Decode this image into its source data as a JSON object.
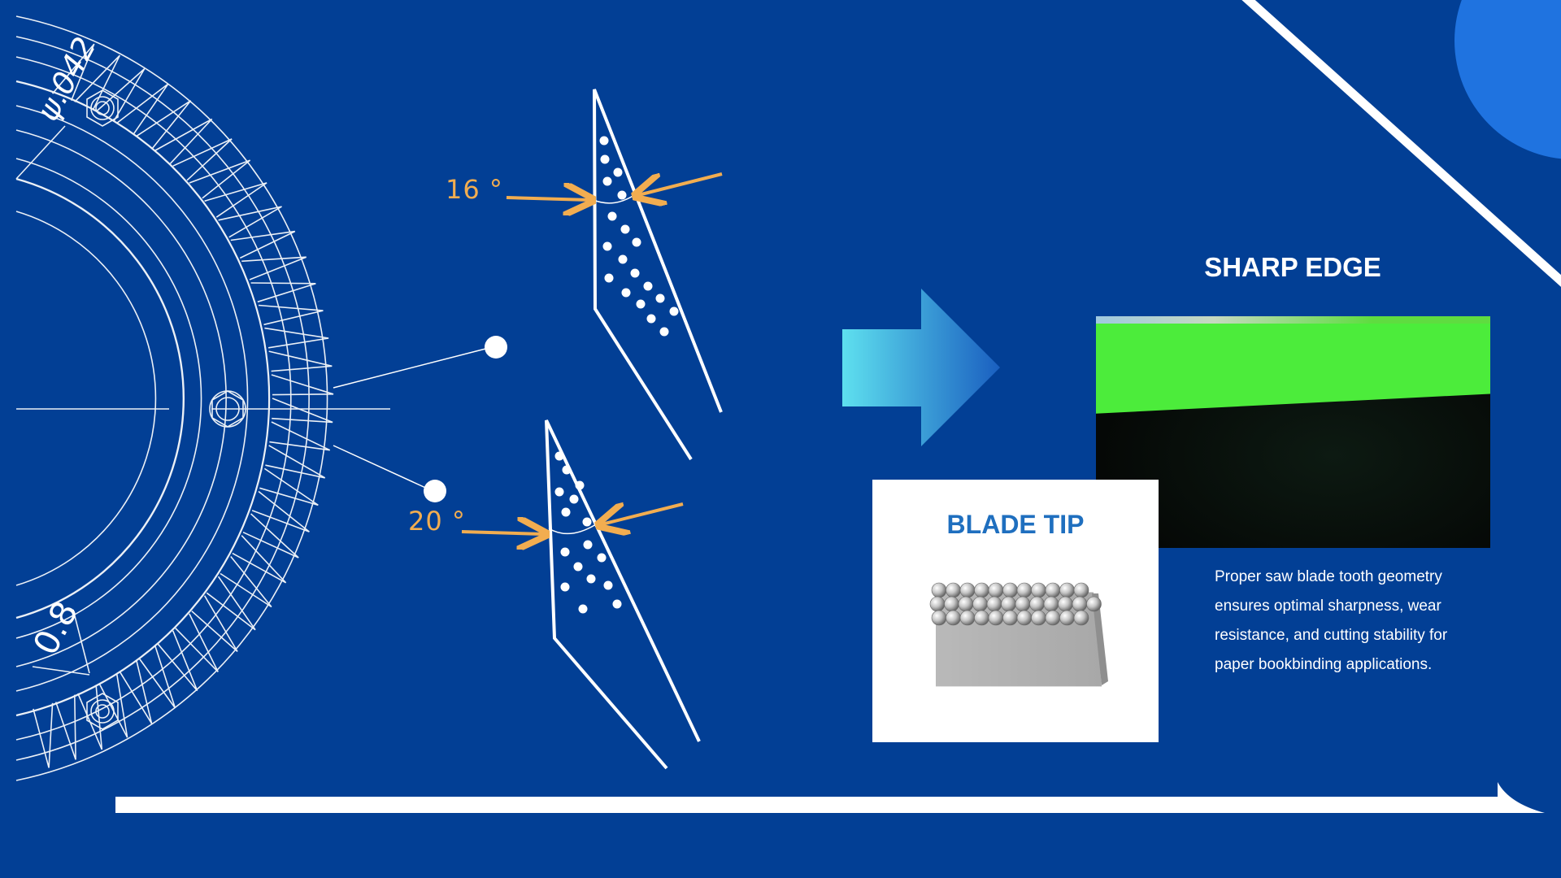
{
  "colors": {
    "background": "#023f95",
    "accent_orange": "#f2ad50",
    "line_white": "#ffffff",
    "circle_blue": "#1f73e0",
    "arrow_gradient": [
      "#5ee0ef",
      "#1a5fc0"
    ],
    "card_title": "#1f6fbf",
    "screen_green": "#4cec3b"
  },
  "drawing": {
    "dimension_top": "ψ.042",
    "dimension_bottom": "0.8"
  },
  "tooth_top": {
    "angle_label": "16 °"
  },
  "tooth_bottom": {
    "angle_label": "20 °"
  },
  "flow_arrow": {
    "icon": "arrow-right-icon"
  },
  "sharp_edge": {
    "title": "SHARP EDGE",
    "image": "green-screen-edge-photo"
  },
  "blade_tip": {
    "title": "BLADE TIP",
    "image": "blade-tip-grain-illustration"
  },
  "description": "Proper saw blade tooth geometry ensures optimal sharpness, wear resistance, and cutting stability for paper bookbinding applications."
}
